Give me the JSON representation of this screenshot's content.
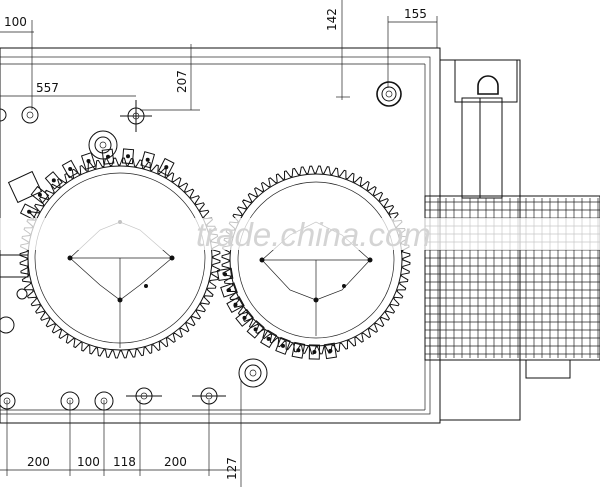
{
  "drawing": {
    "dimensions_top": {
      "d100": "100",
      "d557": "557",
      "d207": "207",
      "d142": "142",
      "d155": "155"
    },
    "dimensions_bottom": {
      "d200a": "200",
      "d100": "100",
      "d118": "118",
      "d200b": "200",
      "d127": "127"
    },
    "watermark": "trade.china.com"
  }
}
